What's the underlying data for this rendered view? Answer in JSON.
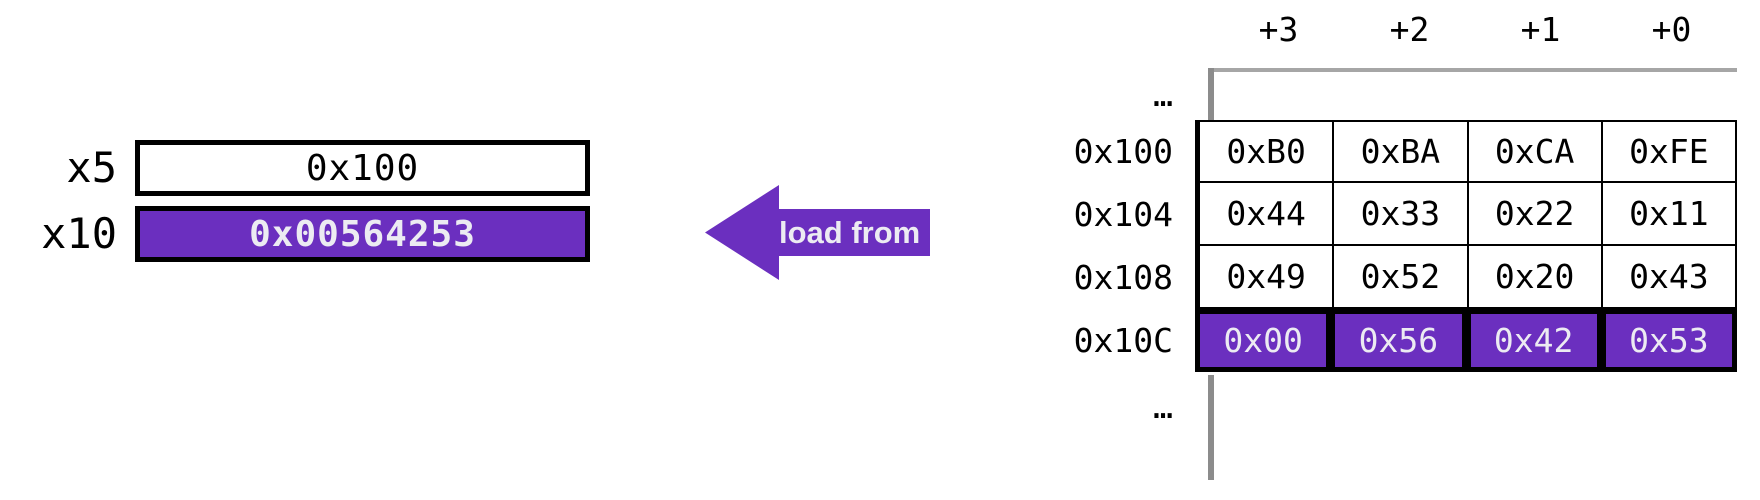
{
  "registers": {
    "rows": [
      {
        "name": "x5",
        "value": "0x100",
        "style": "plain"
      },
      {
        "name": "x10",
        "value": "0x00564253",
        "style": "highlight"
      }
    ]
  },
  "arrow": {
    "label": "load from",
    "direction": "left",
    "color": "#6B2FBF",
    "text_color": "#ECEBF2"
  },
  "memory": {
    "ellipsis": "…",
    "column_headers": [
      "+3",
      "+2",
      "+1",
      "+0"
    ],
    "rows": [
      {
        "address": "0x100",
        "highlighted": false,
        "bytes": [
          "0xB0",
          "0xBA",
          "0xCA",
          "0xFE"
        ]
      },
      {
        "address": "0x104",
        "highlighted": false,
        "bytes": [
          "0x44",
          "0x33",
          "0x22",
          "0x11"
        ]
      },
      {
        "address": "0x108",
        "highlighted": false,
        "bytes": [
          "0x49",
          "0x52",
          "0x20",
          "0x43"
        ]
      },
      {
        "address": "0x10C",
        "highlighted": true,
        "bytes": [
          "0x00",
          "0x56",
          "0x42",
          "0x53"
        ]
      }
    ]
  },
  "colors": {
    "accent_purple": "#6B2FBF",
    "highlight_text": "#ECEBF2",
    "rule_gray": "#8C8C8C",
    "border_black": "#000000",
    "background": "#FFFFFF"
  }
}
